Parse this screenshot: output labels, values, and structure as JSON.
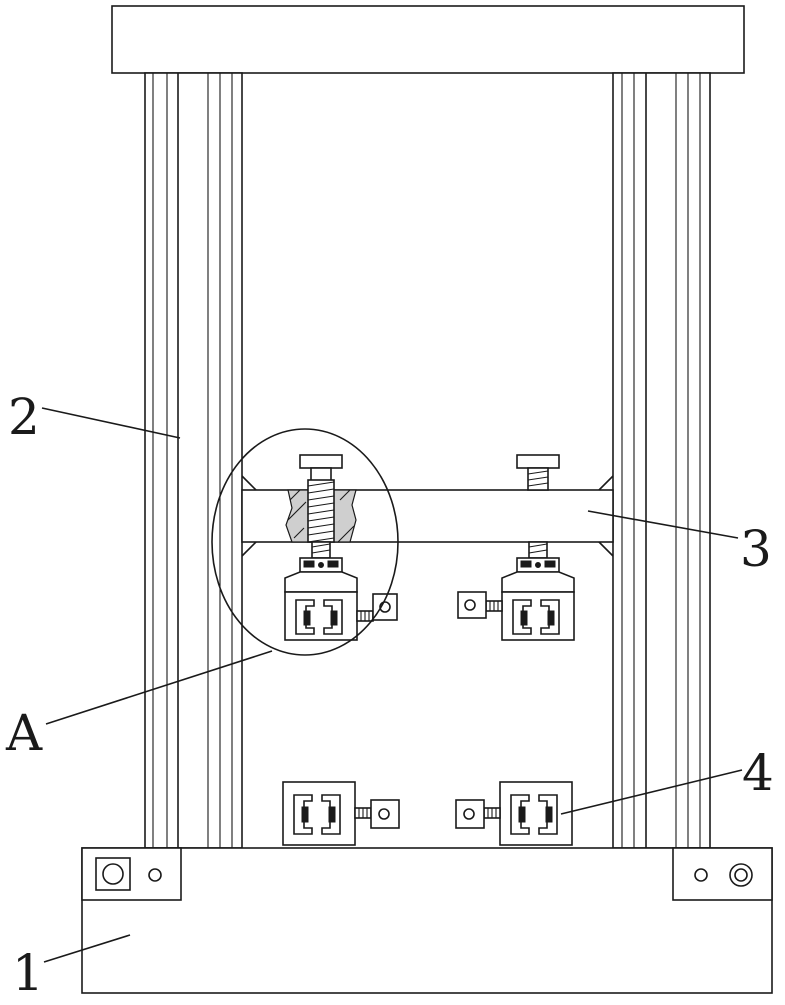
{
  "diagram": {
    "labels": {
      "base": "1",
      "column": "2",
      "crossbeam": "3",
      "clamp": "4",
      "detail": "A"
    }
  }
}
